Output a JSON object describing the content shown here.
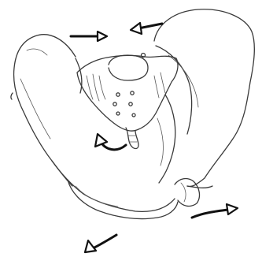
{
  "image": {
    "subject": "pelvis-sketch",
    "line_color": "#3a3a3a",
    "arrow_color": "#111111",
    "background": "#ffffff",
    "arrows": [
      "top-right-arrow",
      "top-left-arrow",
      "curved-center-arrow",
      "bottom-right-arrow",
      "bottom-left-arrow"
    ]
  }
}
